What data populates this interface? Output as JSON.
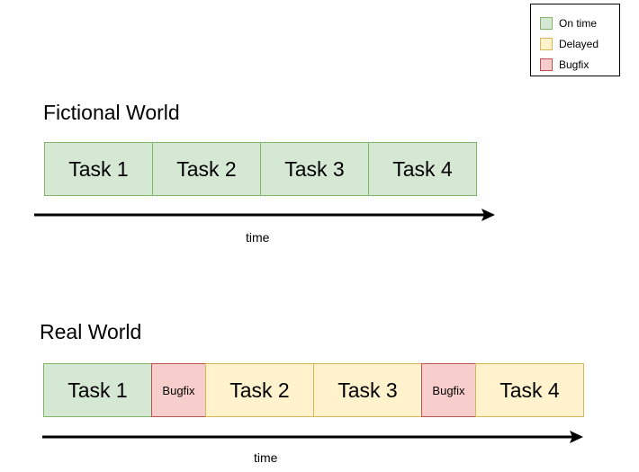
{
  "legend": {
    "items": [
      {
        "label": "On time",
        "fill": "#d5e8d4",
        "stroke": "#82b366"
      },
      {
        "label": "Delayed",
        "fill": "#fff2cc",
        "stroke": "#d6b656"
      },
      {
        "label": "Bugfix",
        "fill": "#f8cecc",
        "stroke": "#b85450"
      }
    ]
  },
  "fictional": {
    "title": "Fictional World",
    "axis_label": "time",
    "tasks": [
      {
        "label": "Task 1",
        "status": "on-time"
      },
      {
        "label": "Task 2",
        "status": "on-time"
      },
      {
        "label": "Task 3",
        "status": "on-time"
      },
      {
        "label": "Task 4",
        "status": "on-time"
      }
    ]
  },
  "real": {
    "title": "Real World",
    "axis_label": "time",
    "tasks": [
      {
        "label": "Task 1",
        "status": "on-time"
      },
      {
        "label": "Bugfix",
        "status": "bugfix"
      },
      {
        "label": "Task 2",
        "status": "delayed"
      },
      {
        "label": "Task 3",
        "status": "delayed"
      },
      {
        "label": "Bugfix",
        "status": "bugfix"
      },
      {
        "label": "Task 4",
        "status": "delayed"
      }
    ]
  },
  "colors": {
    "on-time": {
      "fill": "#d5e8d4",
      "stroke": "#82b366"
    },
    "delayed": {
      "fill": "#fff2cc",
      "stroke": "#d6b656"
    },
    "bugfix": {
      "fill": "#f8cecc",
      "stroke": "#b85450"
    },
    "arrow": "#000000"
  }
}
